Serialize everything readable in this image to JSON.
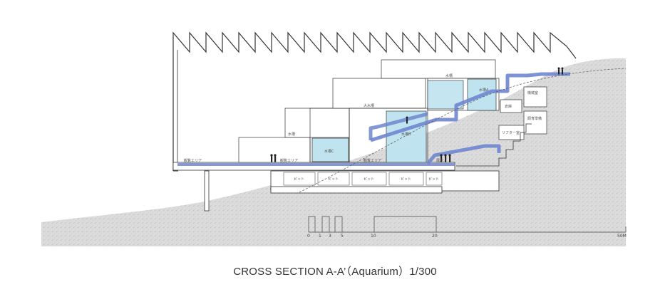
{
  "caption": "CROSS SECTION  A-A’（Aquarium）1/300",
  "colors": {
    "water": "#bfe3ef",
    "ramp": "#6f86cf",
    "ground": "#e1e1e1",
    "line": "#333333"
  },
  "room_labels": {
    "viewing_area_left": "観覧エリア",
    "viewing_area_mid": "観覧エリア",
    "viewing_area_low": "観覧エリア",
    "tank_small": "水槽C",
    "tank_mid": "水槽",
    "tank_big": "水槽B",
    "tank_top": "水槽",
    "tank_upper": "水槽A",
    "large_tank": "大水槽",
    "backyard": "機械室",
    "backyard2": "飼育準備",
    "lift": "リフター室",
    "storage": "倉庫",
    "exhibit": "展示"
  },
  "pit_label": "ピット",
  "scale": {
    "ticks": [
      "0",
      "1",
      "3",
      "5",
      "10",
      "20",
      "50M"
    ]
  }
}
